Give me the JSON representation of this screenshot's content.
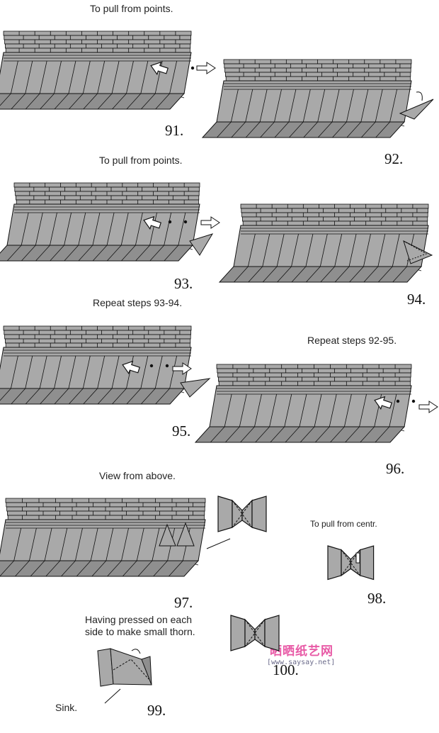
{
  "colors": {
    "paper": "#a9a9a9",
    "paper_dark": "#8f8f8f",
    "line": "#111111",
    "arrow_fill": "#ffffff",
    "watermark_pink": "#e85aa6",
    "watermark_url": "#6a6a8a"
  },
  "captions": {
    "step91": "To pull from points.",
    "step93": "To pull from points.",
    "step95": "Repeat steps 93-94.",
    "step96": "Repeat steps 92-95.",
    "step97": "View from above.",
    "step98": "To pull from centr.",
    "step99a": "Having pressed on each",
    "step99b": "side to make  small thorn.",
    "sink": "Sink."
  },
  "steps": [
    "91.",
    "92.",
    "93.",
    "94.",
    "95.",
    "96.",
    "97.",
    "98.",
    "99.",
    "100."
  ],
  "watermark": {
    "chinese": "晒晒纸艺网",
    "url": "[www.saysay.net]"
  },
  "icons": [
    "pull-arrow-icon",
    "push-arrow-icon"
  ]
}
